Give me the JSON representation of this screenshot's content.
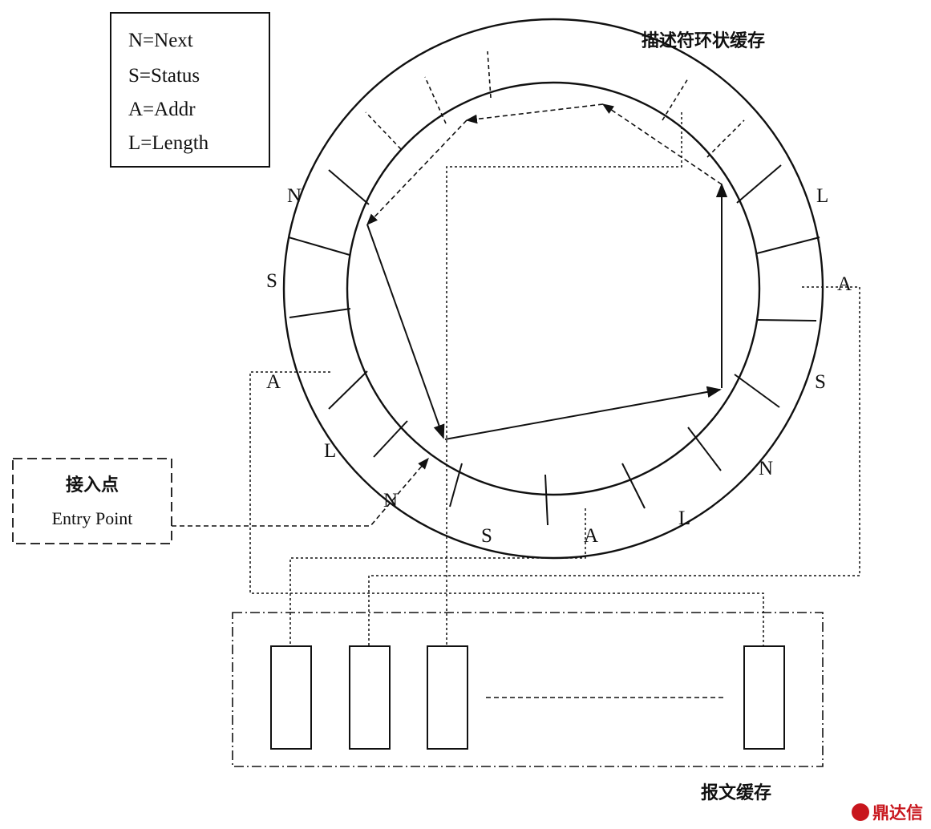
{
  "legend": {
    "lines": [
      "N=Next",
      "S=Status",
      "A=Addr",
      "L=Length"
    ]
  },
  "ring_title": "描述符环状缓存",
  "entry_point": {
    "cn": "接入点",
    "en": "Entry Point"
  },
  "buffer_title": "报文缓存",
  "watermark": "鼎达信",
  "field_labels": {
    "left_n": "N",
    "left_s": "S",
    "left_a": "A",
    "left_l": "L",
    "entry_n": "N",
    "bottom_s": "S",
    "bottom_a": "A",
    "bottom_l": "L",
    "right_n": "N",
    "right_s": "S",
    "right_a": "A",
    "right_l": "L"
  }
}
